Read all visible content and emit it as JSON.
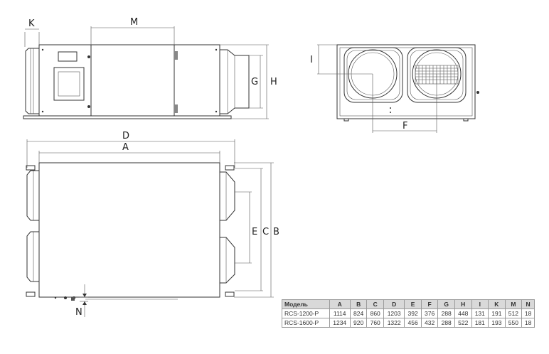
{
  "labels": {
    "K": "K",
    "M": "M",
    "G": "G",
    "H": "H",
    "I": "I",
    "F": "F",
    "D": "D",
    "A": "A",
    "E": "E",
    "C": "C",
    "B": "B",
    "N": "N"
  },
  "spec_table": {
    "headers": [
      "Модель",
      "A",
      "B",
      "C",
      "D",
      "E",
      "F",
      "G",
      "H",
      "I",
      "K",
      "M",
      "N"
    ],
    "rows": [
      [
        "RCS-1200-P",
        "1114",
        "824",
        "860",
        "1203",
        "392",
        "376",
        "288",
        "448",
        "131",
        "191",
        "512",
        "18"
      ],
      [
        "RCS-1600-P",
        "1234",
        "920",
        "760",
        "1322",
        "456",
        "432",
        "288",
        "522",
        "181",
        "193",
        "550",
        "18"
      ]
    ]
  }
}
